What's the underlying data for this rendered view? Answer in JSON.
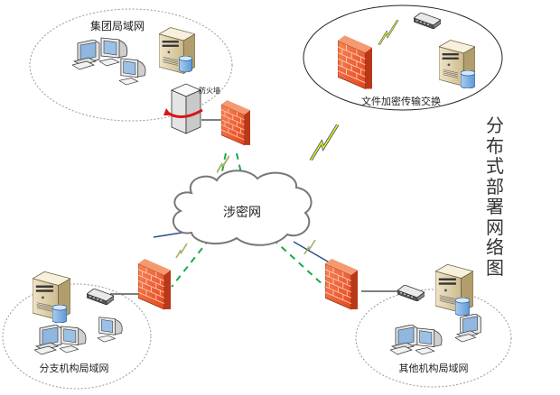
{
  "diagram": {
    "title_vertical": "分布式部署网络图",
    "cloud_label": "涉密网",
    "zones": {
      "group_lan": "集团局域网",
      "file_exchange": "文件加密传输交换",
      "branch_lan": "分支机构局域网",
      "other_lan": "其他机构局域网"
    },
    "firewall_label": "防火墙",
    "colors": {
      "firewall": "#f0643a",
      "dashed_link": "#1aa84a",
      "lightning": "#f5f000",
      "lightning_outline": "#2d4e8f",
      "cloud_stroke": "#777777"
    }
  }
}
